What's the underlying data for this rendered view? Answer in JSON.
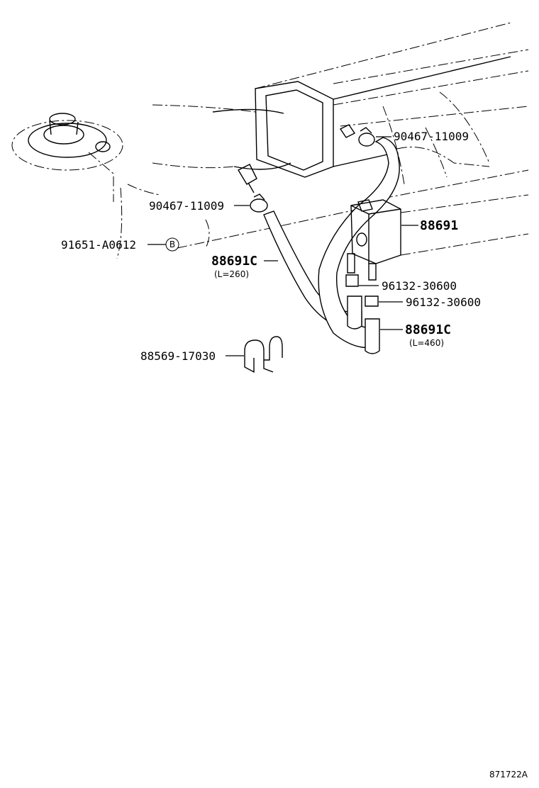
{
  "labels": {
    "clamp_top": "90467-11009",
    "clamp_left": "90467-11009",
    "bolt": "91651-A0612",
    "bolt_ref": "B",
    "hose_short": "88691C",
    "hose_short_len": "(L=260)",
    "valve": "88691",
    "clamp_small_1": "96132-30600",
    "clamp_small_2": "96132-30600",
    "hose_long": "88691C",
    "hose_long_len": "(L=460)",
    "clip": "88569-17030",
    "diagram_code": "871722A"
  }
}
